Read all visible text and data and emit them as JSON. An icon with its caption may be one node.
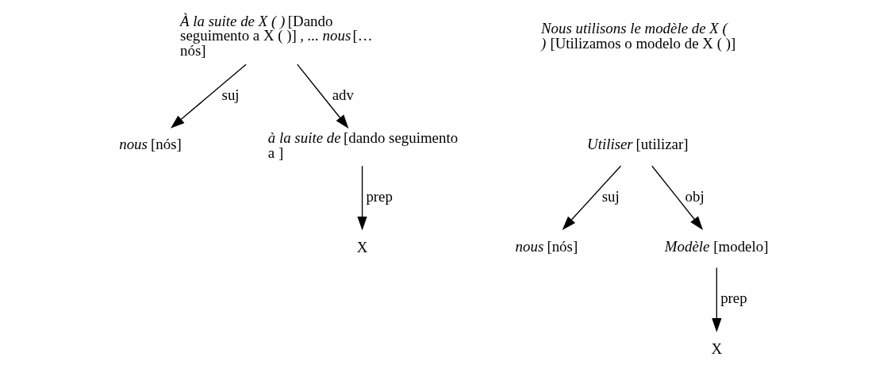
{
  "diagram": {
    "nodes": [
      {
        "text": [
          "*À la suite de X ( )* [Dando seguimento a X ( )] *, ... nous*[… nós]"
        ]
      },
      {
        "text": [
          "*nous* [nós]"
        ]
      },
      {
        "text": [
          "*à la suite de* [dando seguimento a ]"
        ]
      },
      {
        "text": [
          "X"
        ]
      },
      {
        "text": [
          "*Utiliser* [utilizar]"
        ]
      },
      {
        "text": [
          "*nous* [nós]"
        ]
      },
      {
        "text": [
          "*Modèle* [modelo]"
        ]
      },
      {
        "text": [
          "X"
        ]
      }
    ],
    "edges": [
      {
        "from": 0,
        "to": 1,
        "arrow": "to",
        "label": "suj"
      },
      {
        "from": 0,
        "to": 2,
        "arrow": "to",
        "label": "adv"
      },
      {
        "from": 2,
        "to": 3,
        "arrow": "to",
        "label": "prep"
      },
      {
        "from": 4,
        "to": 5,
        "arrow": "to",
        "label": "suj"
      },
      {
        "from": 4,
        "to": 6,
        "arrow": "to",
        "label": "obj"
      },
      {
        "from": 6,
        "to": 7,
        "arrow": "to",
        "label": "prep"
      }
    ],
    "labels": [
      "*Nous utilisons le modèle de X ( )* [Utilizamos o modelo de X ( )]"
    ]
  }
}
